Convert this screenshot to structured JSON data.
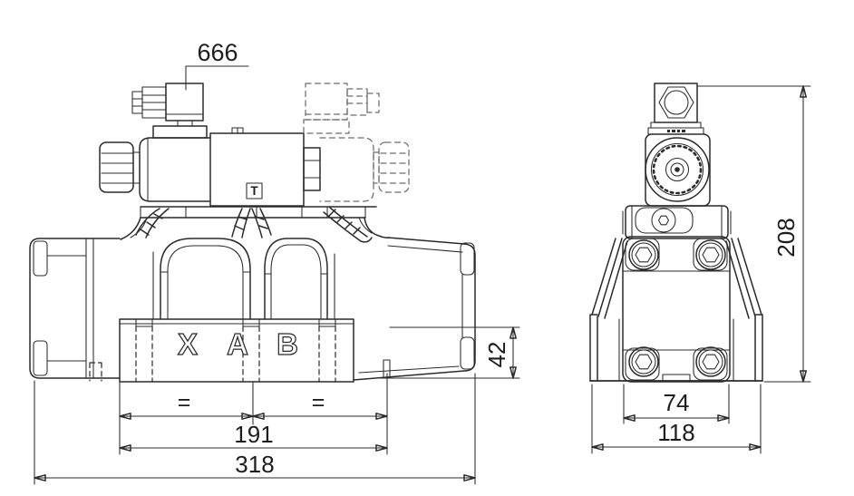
{
  "drawing": {
    "background": "#ffffff",
    "line_color": "#2b2b2b",
    "dashed_line_color": "#6e6e6e",
    "labels": {
      "callout": "666",
      "tank_port": "T",
      "port_x": "X",
      "port_a": "A",
      "port_b": "B"
    },
    "dimensions": {
      "total_width": "318",
      "port_span": "191",
      "equal_left": "=",
      "equal_right": "=",
      "step_height": "42",
      "total_height": "208",
      "bolt_span": "74",
      "base_width": "118"
    }
  }
}
